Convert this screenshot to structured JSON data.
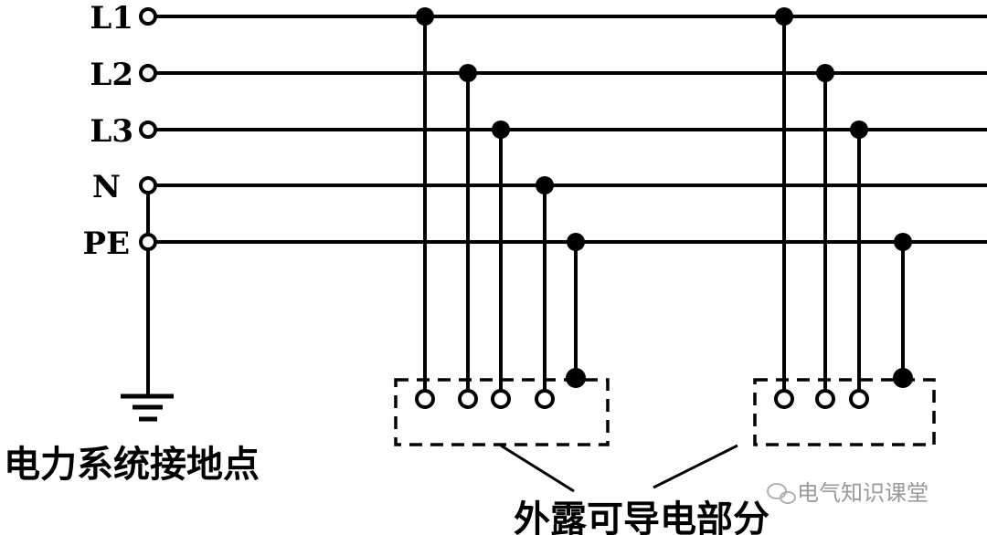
{
  "conductors": [
    "L1",
    "L2",
    "L3",
    "N",
    "PE"
  ],
  "labels": {
    "system_earthing_point": "电力系统接地点",
    "exposed_conductive_parts": "外露可导电部分"
  },
  "watermark": "电气知识课堂",
  "colors": {
    "line": "#000000",
    "watermark": "#9a9a9a"
  }
}
